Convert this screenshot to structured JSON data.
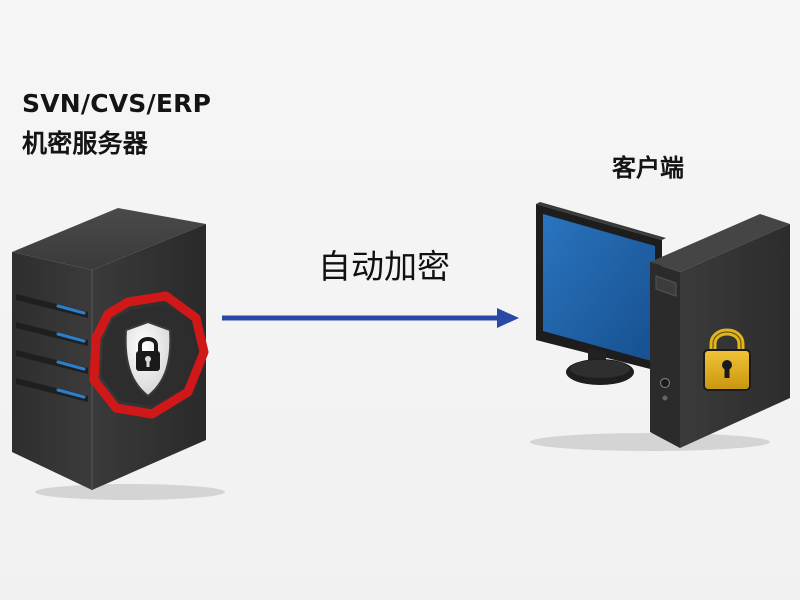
{
  "server": {
    "title_line1": "SVN/CVS/ERP",
    "title_line2": "机密服务器",
    "badge": "shield-lock-icon"
  },
  "client": {
    "title": "客户端",
    "badge": "padlock-icon"
  },
  "connection": {
    "label": "自动加密"
  },
  "colors": {
    "arrow": "#2a48a8",
    "badge_ring": "#d01818",
    "server_leds": "#2a7fd0",
    "monitor_screen": "#1e5fa5",
    "padlock": "#e3b51c"
  }
}
